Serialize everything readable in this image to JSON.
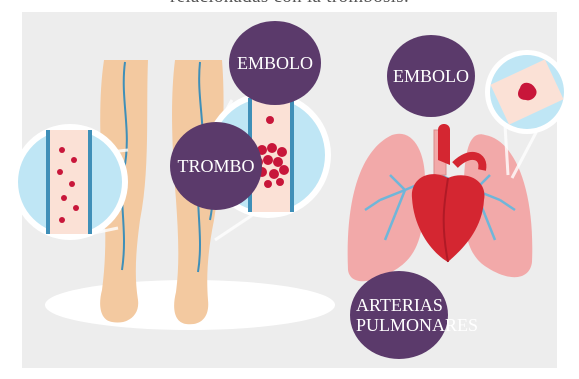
{
  "caption": "relacionadas con la trombosis.",
  "labels": {
    "embolo_left": "EMBOLO",
    "trombo": "TROMBO",
    "embolo_right": "EMBOLO",
    "arterias": "ARTERIAS PULMONARES"
  },
  "colors": {
    "bubble": "#5b3a6b",
    "skin": "#f3c9a0",
    "vein": "#3f8fb8",
    "clot": "#c8163a",
    "lung": "#f2a9a9",
    "heart": "#d42631",
    "background": "#ededed"
  }
}
